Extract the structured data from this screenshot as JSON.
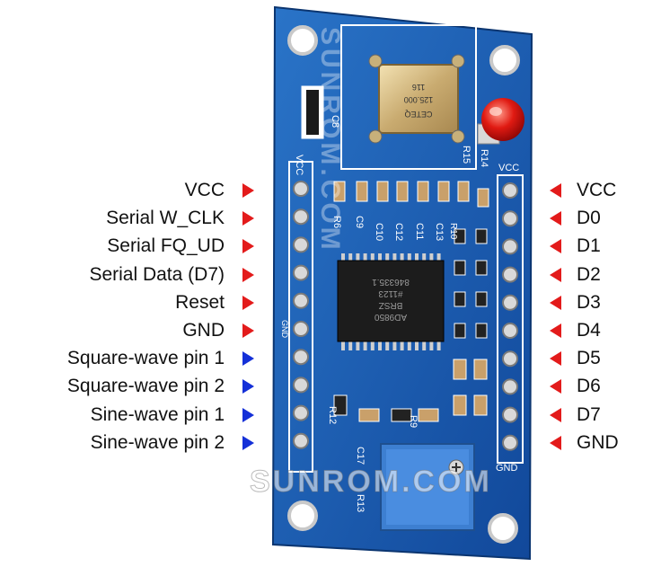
{
  "left_pins": [
    {
      "label": "VCC",
      "color": "red"
    },
    {
      "label": "Serial W_CLK",
      "color": "red"
    },
    {
      "label": "Serial FQ_UD",
      "color": "red"
    },
    {
      "label": "Serial Data (D7)",
      "color": "red"
    },
    {
      "label": "Reset",
      "color": "red"
    },
    {
      "label": "GND",
      "color": "red"
    },
    {
      "label": "Square-wave pin 1",
      "color": "blue"
    },
    {
      "label": "Square-wave pin 2",
      "color": "blue"
    },
    {
      "label": "Sine-wave pin 1",
      "color": "blue"
    },
    {
      "label": "Sine-wave pin 2",
      "color": "blue"
    }
  ],
  "right_pins": [
    {
      "label": "VCC"
    },
    {
      "label": "D0"
    },
    {
      "label": "D1"
    },
    {
      "label": "D2"
    },
    {
      "label": "D3"
    },
    {
      "label": "D4"
    },
    {
      "label": "D5"
    },
    {
      "label": "D6"
    },
    {
      "label": "D7"
    },
    {
      "label": "GND"
    }
  ],
  "board": {
    "crystal": {
      "line1": "CETEQ",
      "line2": "125.000",
      "line3": "116"
    },
    "chip": {
      "line1": "AD9850",
      "line2": "BRSZ",
      "line3": "#1123",
      "line4": "846335.1"
    },
    "silk": {
      "vcc_left": "VCC",
      "vcc_right": "VCC",
      "gnd_left": "GND",
      "gnd_right": "GND",
      "c8": "C8",
      "r6": "R6",
      "c9": "C9",
      "c10": "C10",
      "c12": "C12",
      "c11": "C11",
      "c13": "C13",
      "r15": "R15",
      "r14": "R14",
      "r12": "R12",
      "r9": "R9",
      "r13": "R13",
      "c17": "C17",
      "r10": "R10"
    },
    "vertical_watermark": "SUNROM.COM"
  },
  "colors": {
    "arrow_red": "#e31b1b",
    "arrow_blue": "#1430d8",
    "pcb": "#1a5fb4"
  },
  "watermark": "SUNROM.COM"
}
